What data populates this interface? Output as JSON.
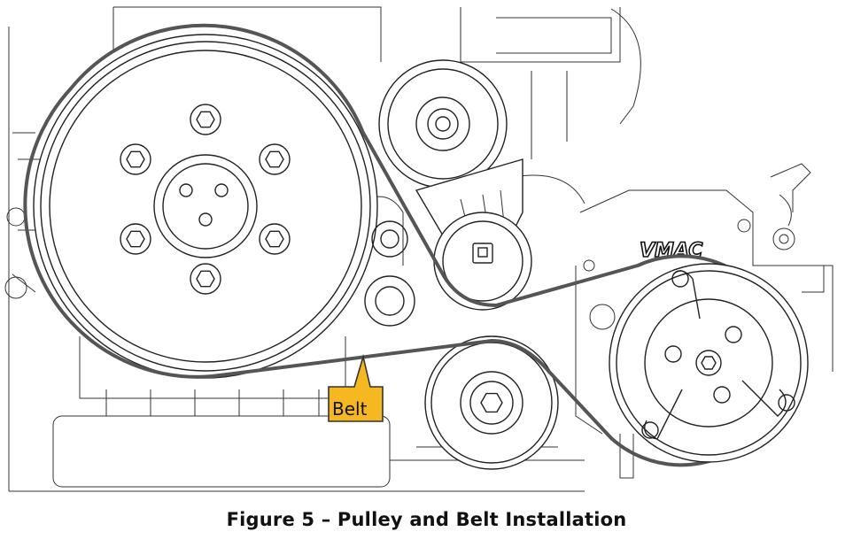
{
  "figure": {
    "caption": "Figure 5 – Pulley and Belt Installation"
  },
  "callout": {
    "label": "Belt",
    "color": "#F5B820"
  },
  "logo": {
    "text": "VMAC"
  },
  "colors": {
    "line": "#222222",
    "belt": "#555555",
    "background": "#ffffff"
  }
}
